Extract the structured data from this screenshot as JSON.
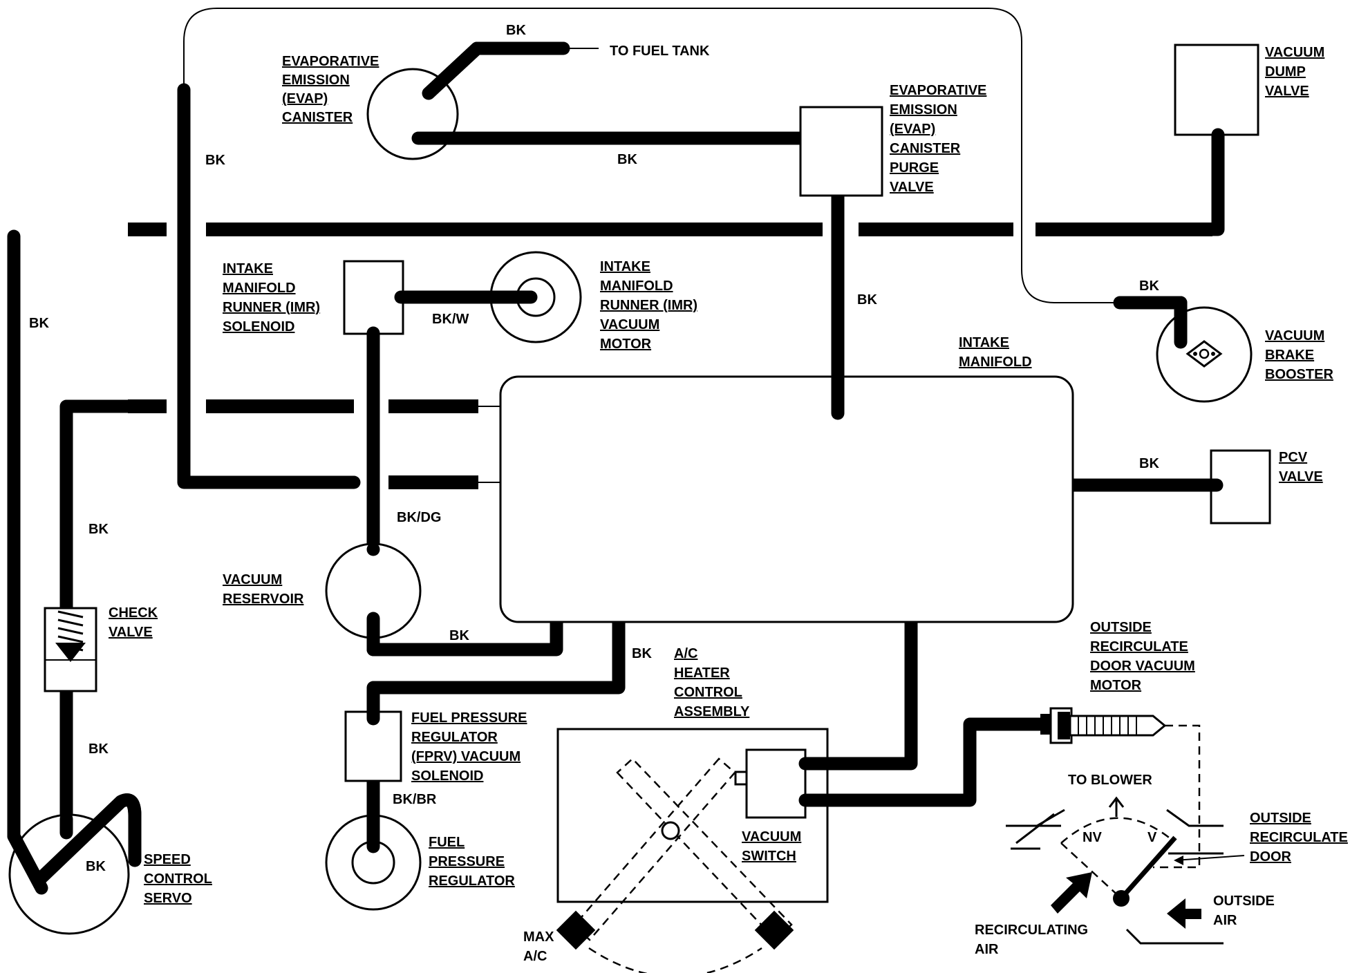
{
  "components": {
    "evap_canister": [
      "EVAPORATIVE",
      "EMISSION",
      "(EVAP)",
      "CANISTER"
    ],
    "to_fuel_tank": "TO FUEL TANK",
    "evap_purge_valve": [
      "EVAPORATIVE",
      "EMISSION",
      "(EVAP)",
      "CANISTER",
      "PURGE",
      "VALVE"
    ],
    "vacuum_dump_valve": [
      "VACUUM",
      "DUMP",
      "VALVE"
    ],
    "imr_solenoid": [
      "INTAKE",
      "MANIFOLD",
      "RUNNER (IMR)",
      "SOLENOID"
    ],
    "imr_vacuum_motor": [
      "INTAKE",
      "MANIFOLD",
      "RUNNER (IMR)",
      "VACUUM",
      "MOTOR"
    ],
    "vacuum_brake_booster": [
      "VACUUM",
      "BRAKE",
      "BOOSTER"
    ],
    "intake_manifold": [
      "INTAKE",
      "MANIFOLD"
    ],
    "pcv_valve": [
      "PCV",
      "VALVE"
    ],
    "vacuum_reservoir": [
      "VACUUM",
      "RESERVOIR"
    ],
    "check_valve": [
      "CHECK",
      "VALVE"
    ],
    "fprv_solenoid": [
      "FUEL PRESSURE",
      "REGULATOR",
      "(FPRV) VACUUM",
      "SOLENOID"
    ],
    "fuel_pressure_regulator": [
      "FUEL",
      "PRESSURE",
      "REGULATOR"
    ],
    "speed_control_servo": [
      "SPEED",
      "CONTROL",
      "SERVO"
    ],
    "ac_heater_control": [
      "A/C",
      "HEATER",
      "CONTROL",
      "ASSEMBLY"
    ],
    "vacuum_switch": [
      "VACUUM",
      "SWITCH"
    ],
    "outside_recirc_motor": [
      "OUTSIDE",
      "RECIRCULATE",
      "DOOR VACUUM",
      "MOTOR"
    ],
    "to_blower": "TO BLOWER",
    "outside_recirc_door": [
      "OUTSIDE",
      "RECIRCULATE",
      "DOOR"
    ],
    "outside_air": [
      "OUTSIDE",
      "AIR"
    ],
    "recirculating_air": [
      "RECIRCULATING",
      "AIR"
    ],
    "max_ac": [
      "MAX",
      "A/C"
    ],
    "nv": "NV",
    "v": "V"
  },
  "hoses": {
    "bk_fuel_tank": "BK",
    "bk_canister_purge": "BK",
    "bk_left_top": "BK",
    "bk_far_left": "BK",
    "bk_purge_down": "BK",
    "bk_w": "BK/W",
    "bk_booster": "BK",
    "bk_pcv": "BK",
    "bk_dg": "BK/DG",
    "bk_check_upper": "BK",
    "bk_check_lower": "BK",
    "bk_reservoir": "BK",
    "bk_fprv": "BK",
    "bk_br": "BK/BR",
    "bk_servo": "BK"
  }
}
